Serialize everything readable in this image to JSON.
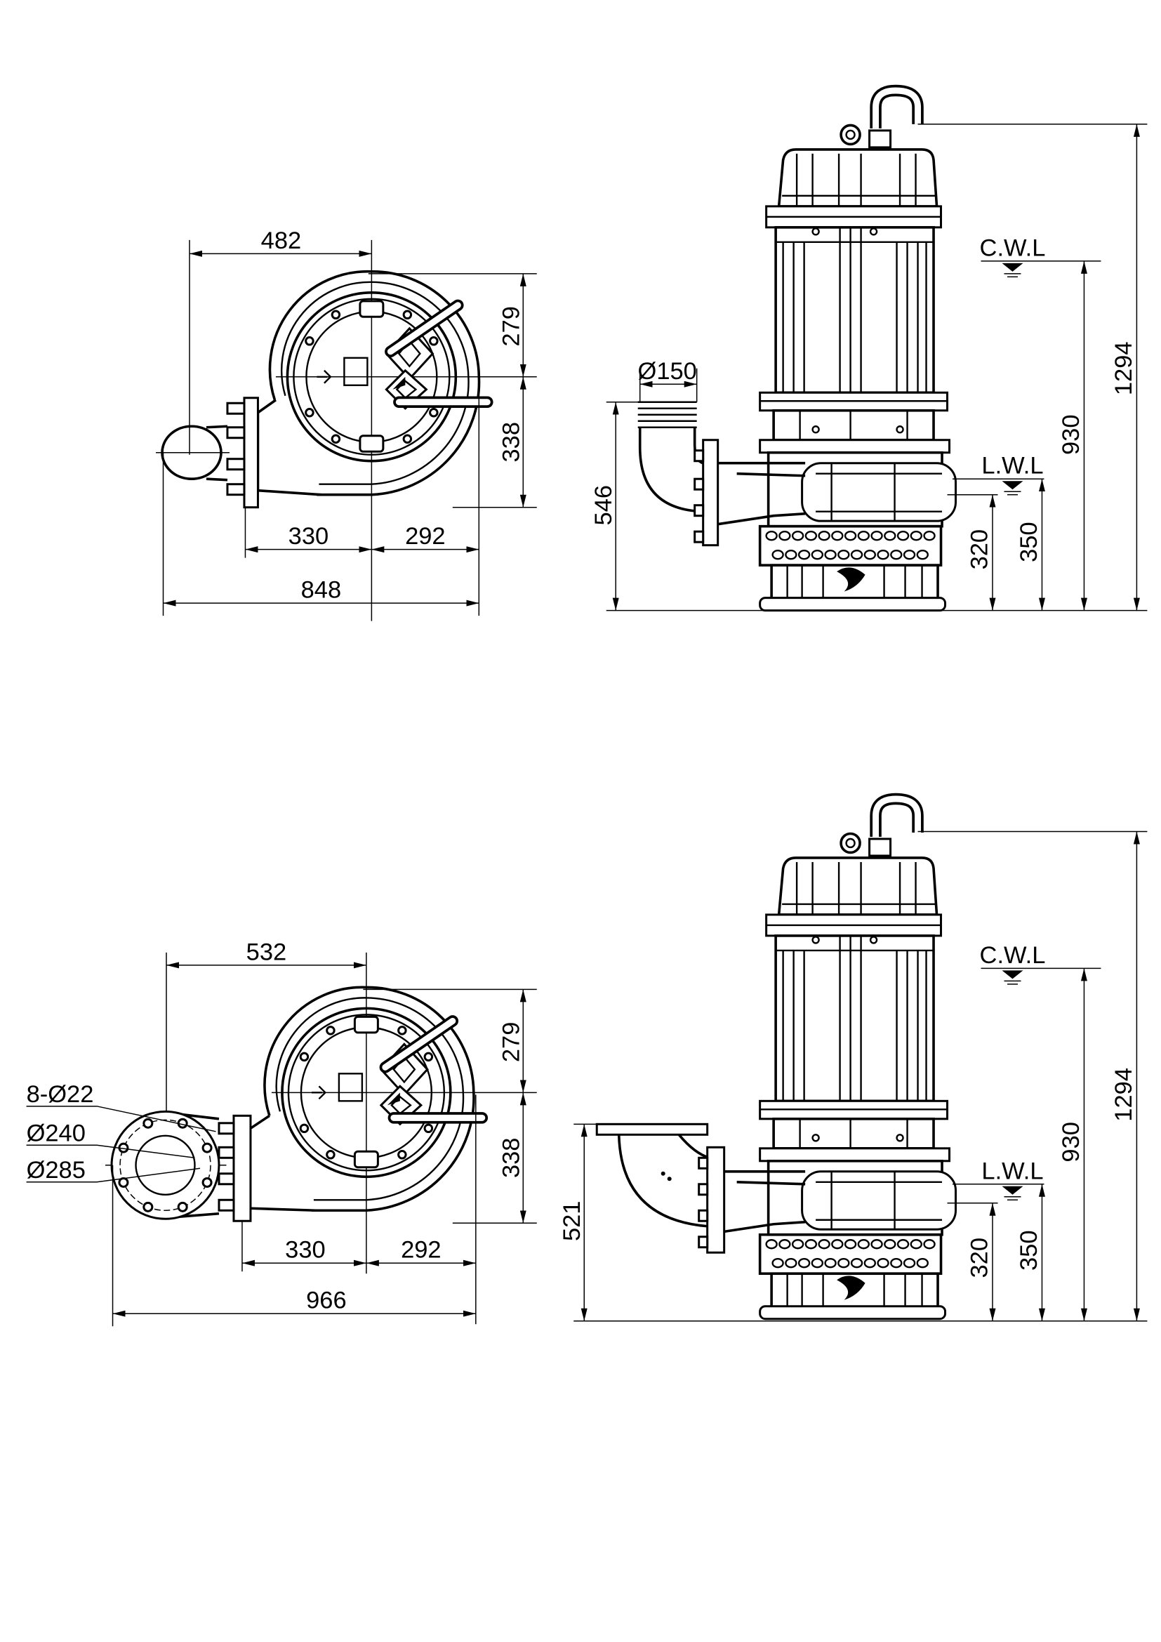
{
  "plan_view_a": {
    "width_to_center": "482",
    "upper_radius": "279",
    "lower_radius": "338",
    "outlet_to_center": "330",
    "center_to_right": "292",
    "overall_width": "848"
  },
  "elevation_view_a": {
    "outlet_diameter": "Ø150",
    "outlet_height": "546",
    "cwl_label": "C.W.L",
    "lwl_label": "L.W.L",
    "overall_height": "1294",
    "cwl_height": "930",
    "height_320": "320",
    "lwl_height": "350"
  },
  "plan_view_b": {
    "width_to_center": "532",
    "upper_radius": "279",
    "lower_radius": "338",
    "bolt_holes": "8-Ø22",
    "bolt_circle": "Ø240",
    "flange_diameter": "Ø285",
    "outlet_to_center": "330",
    "center_to_right": "292",
    "overall_width": "966"
  },
  "elevation_view_b": {
    "outlet_height": "521",
    "cwl_label": "C.W.L",
    "lwl_label": "L.W.L",
    "overall_height": "1294",
    "cwl_height": "930",
    "height_320": "320",
    "lwl_height": "350"
  }
}
